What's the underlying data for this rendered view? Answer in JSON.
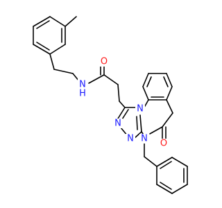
{
  "molecule": {
    "atoms": [
      {
        "label": "N",
        "color": "#1a1aff"
      },
      {
        "label": "H",
        "color": "#1a1aff"
      },
      {
        "label": "O",
        "color": "#ff1a1a"
      },
      {
        "label": "N",
        "color": "#1a1aff"
      },
      {
        "label": "N",
        "color": "#1a1aff"
      },
      {
        "label": "N",
        "color": "#1a1aff"
      },
      {
        "label": "N",
        "color": "#1a1aff"
      },
      {
        "label": "O",
        "color": "#ff1a1a"
      }
    ]
  }
}
